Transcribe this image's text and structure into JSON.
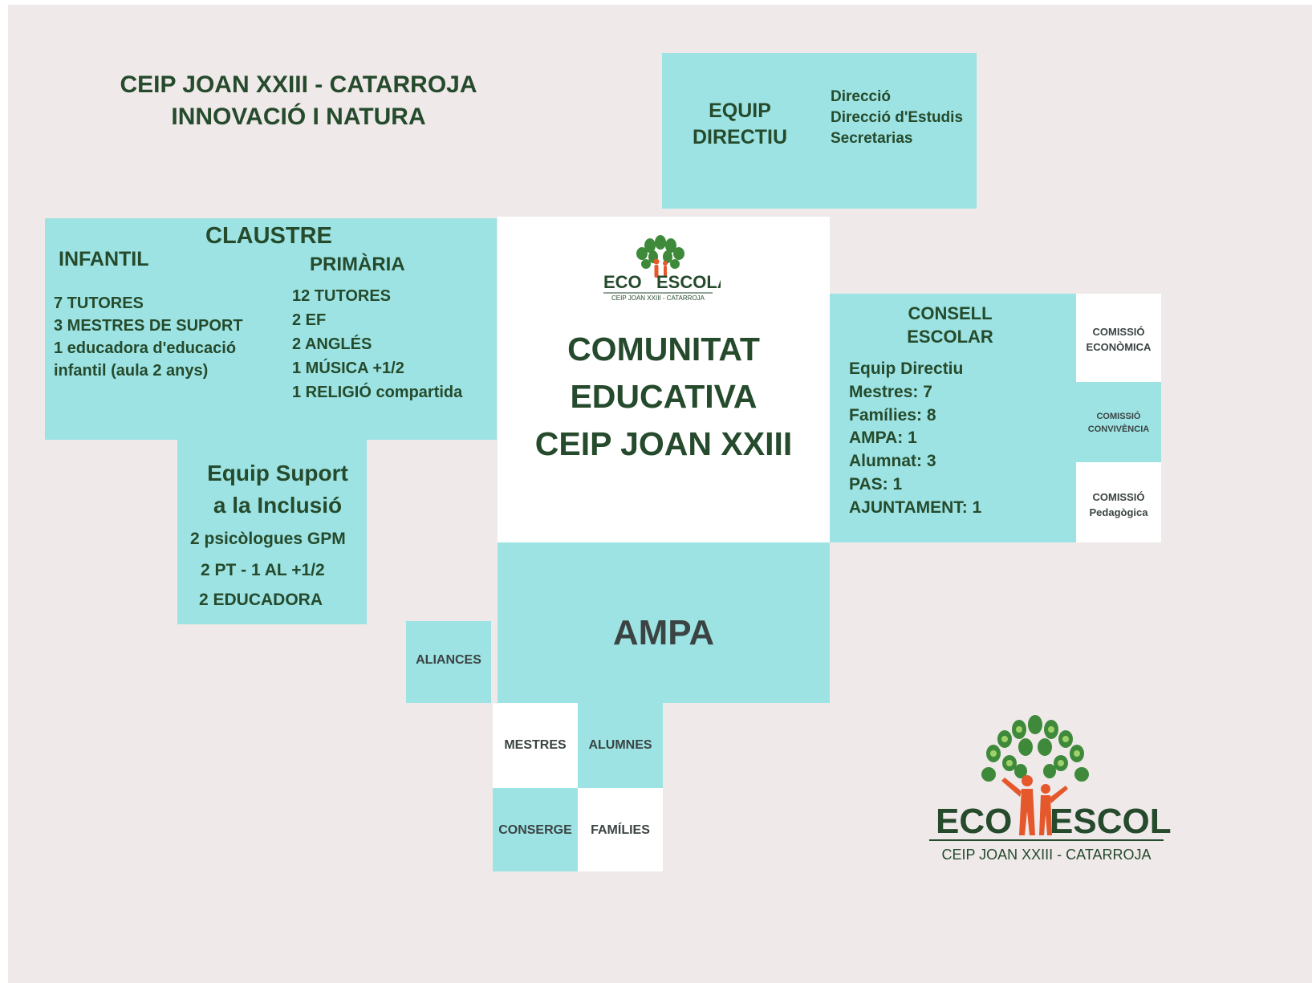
{
  "header": {
    "title_line1": "CEIP JOAN XXIII - CATARROJA",
    "title_line2": "INNOVACIÓ I NATURA"
  },
  "equip_directiu": {
    "title_line1": "EQUIP",
    "title_line2": "DIRECTIU",
    "items": [
      "Direcció",
      "Direcció d'Estudis",
      "Secretarias"
    ]
  },
  "claustre": {
    "title": "CLAUSTRE",
    "infantil": {
      "title": "INFANTIL",
      "items": [
        "7 TUTORES",
        "3 MESTRES DE SUPORT",
        "1 educadora d'educació",
        "infantil (aula 2 anys)"
      ]
    },
    "primaria": {
      "title": "PRIMÀRIA",
      "items": [
        "12 TUTORES",
        "2 EF",
        "2 ANGLÉS",
        "1  MÚSICA +1/2",
        "1 RELIGIÓ compartida"
      ]
    }
  },
  "equip_suport": {
    "title_line1": "Equip Suport",
    "title_line2": "a la Inclusió",
    "items": [
      "2 psicòlogues GPM",
      "2 PT  - 1 AL +1/2",
      "2  EDUCADORA"
    ]
  },
  "center": {
    "line1": "COMUNITAT",
    "line2": "EDUCATIVA",
    "line3": "CEIP JOAN XXIII"
  },
  "consell": {
    "title_line1": "CONSELL",
    "title_line2": "ESCOLAR",
    "items": [
      "Equip Directiu",
      "Mestres: 7",
      "Famílies: 8",
      "AMPA: 1",
      "Alumnat: 3",
      "PAS: 1",
      "AJUNTAMENT: 1"
    ]
  },
  "comissions": {
    "economica": [
      "COMISSIÓ",
      "ECONÒMICA"
    ],
    "convivencia": [
      "COMISSIÓ",
      "CONVIVÈNCIA"
    ],
    "pedagogica": [
      "COMISSIÓ",
      "Pedagògica"
    ]
  },
  "ampa": {
    "label": "AMPA"
  },
  "aliances": {
    "label": "ALIANCES"
  },
  "tiles": {
    "mestres": "MESTRES",
    "alumnes": "ALUMNES",
    "conserge": "CONSERGE",
    "families": "FAMÍLIES"
  },
  "logo": {
    "eco": "ECO",
    "escola": "ESCOLA",
    "subtitle": "CEIP JOAN XXIII - CATARROJA"
  },
  "colors": {
    "teal": "#9de3e3",
    "background": "#efe9e9",
    "text_green": "#254a2c",
    "leaf_green": "#3e8a3a",
    "figure_orange": "#e4582b"
  }
}
